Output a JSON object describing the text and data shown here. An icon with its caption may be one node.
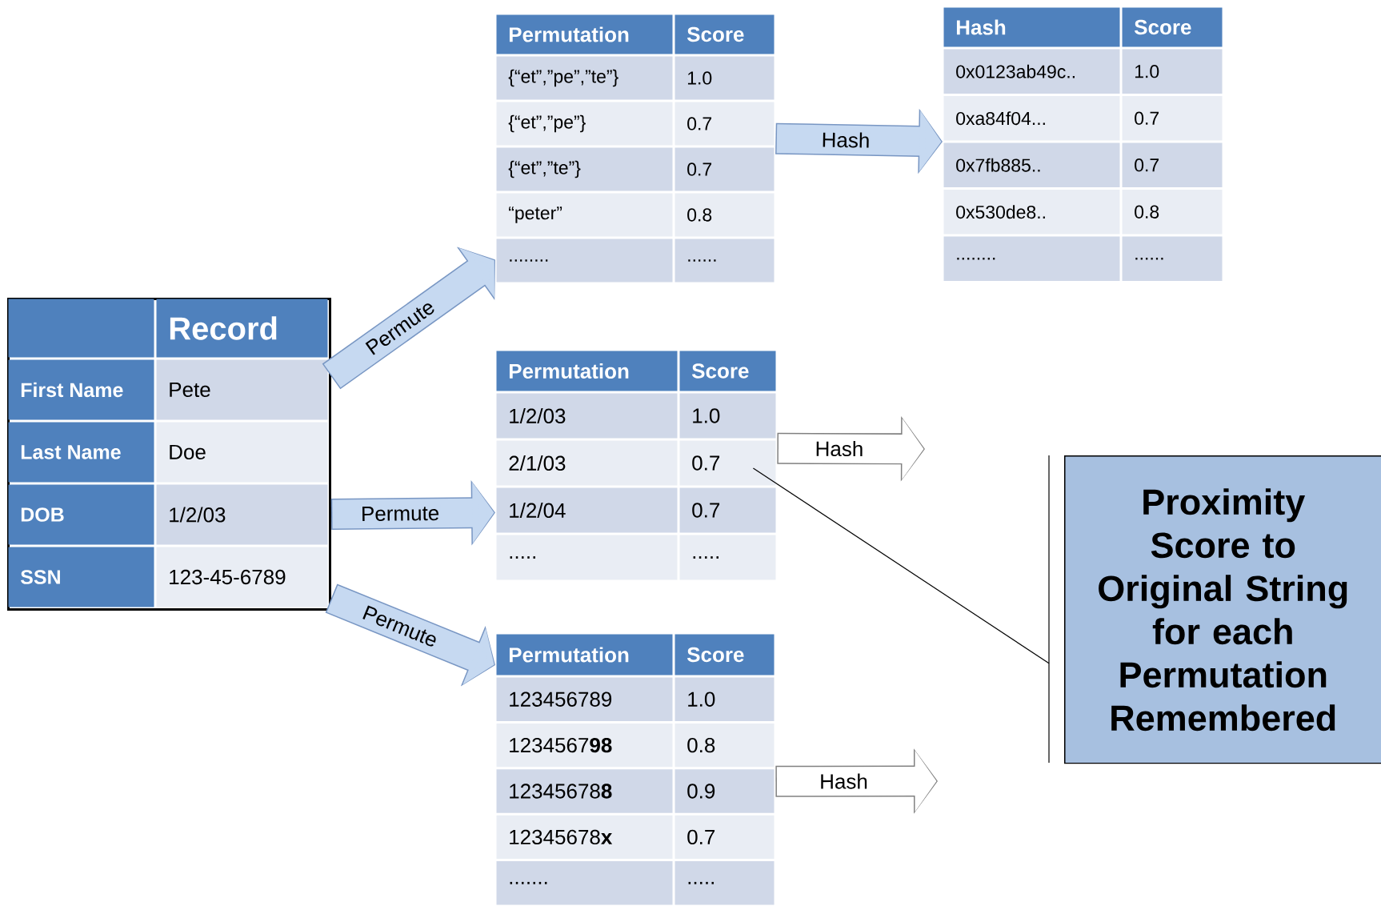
{
  "diagram": {
    "nodes": [
      {
        "text": [
          "Record",
          "First Name",
          "Pete",
          "Last Name",
          "Doe",
          "DOB",
          "1/2/03",
          "SSN",
          "123-45-6789"
        ]
      },
      {
        "text": [
          "Permutation",
          "Score",
          "{“et”,”pe”,”te”}",
          "1.0",
          "{“et”,”pe”}",
          "0.7",
          "{“et”,”te”}",
          "0.7",
          "“peter”",
          "0.8",
          "........",
          "......"
        ]
      },
      {
        "text": [
          "Permutation",
          "Score",
          "1/2/03",
          "1.0",
          "2/1/03",
          "0.7",
          "1/2/04",
          "0.7",
          ".....",
          "....."
        ]
      },
      {
        "text": [
          "Permutation",
          "Score",
          "123456789",
          "1.0",
          "1234567**98**",
          "0.8",
          "12345678**8**",
          "0.9",
          "12345678**x**",
          "0.7",
          ".......",
          "....."
        ]
      },
      {
        "text": [
          "Hash",
          "Score",
          "0x0123ab49c..",
          "1.0",
          "0xa84f04...",
          "0.7",
          "0x7fb885..",
          "0.7",
          "0x530de8..",
          "0.8",
          "........",
          "......"
        ]
      },
      {
        "text": [
          "Proximity Score to Original String for each Permutation Remembered"
        ]
      }
    ],
    "edges": [
      {
        "from": 0,
        "to": 1,
        "arrow": "to",
        "label": "Permute"
      },
      {
        "from": 0,
        "to": 2,
        "arrow": "to",
        "label": "Permute"
      },
      {
        "from": 0,
        "to": 3,
        "arrow": "to",
        "label": "Permute"
      },
      {
        "from": 1,
        "to": 4,
        "arrow": "to",
        "label": "Hash"
      },
      {
        "from": 2,
        "to": null,
        "arrow": "to",
        "label": "Hash",
        "color": "#808080"
      },
      {
        "from": 3,
        "to": null,
        "arrow": "to",
        "label": "Hash",
        "color": "#808080"
      },
      {
        "from": 5,
        "to": 2,
        "arrow": "none",
        "color": "#000000"
      }
    ]
  }
}
